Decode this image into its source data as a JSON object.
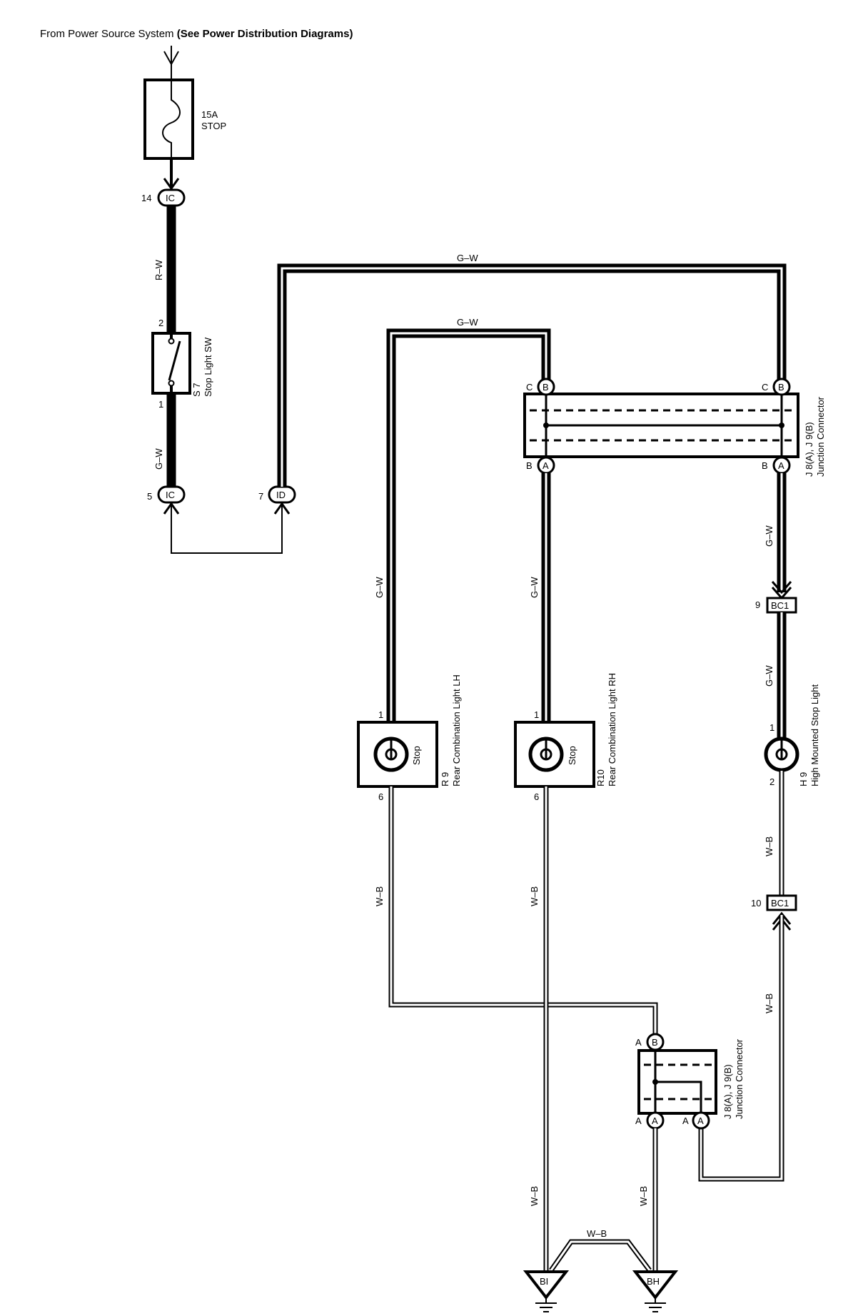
{
  "header": {
    "prefix": "From Power Source System ",
    "emphasis": "(See Power Distribution Diagrams)"
  },
  "fuse": {
    "rating": "15A",
    "name": "STOP"
  },
  "wire_colors": {
    "r_w": "R–W",
    "g_w": "G–W",
    "w_b": "W–B"
  },
  "connectors": {
    "ic": "IC",
    "id": "ID",
    "bc1": "BC1",
    "bi": "BI",
    "bh": "BH",
    "a": "A",
    "b": "B",
    "c": "C"
  },
  "pins": {
    "p14": "14",
    "p2": "2",
    "p1": "1",
    "p5": "5",
    "p7": "7",
    "p9": "9",
    "p10": "10",
    "p6": "6"
  },
  "components": {
    "stop_sw": {
      "code": "S 7",
      "name": "Stop Light SW"
    },
    "jc": {
      "code": "J 8(A), J 9(B)",
      "name": "Junction Connector"
    },
    "rear_lh": {
      "code": "R 9",
      "name": "Rear Combination Light LH",
      "bulb": "Stop"
    },
    "rear_rh": {
      "code": "R10",
      "name": "Rear Combination Light RH",
      "bulb": "Stop"
    },
    "hmsl": {
      "code": "H 9",
      "name": "High Mounted Stop Light"
    }
  }
}
